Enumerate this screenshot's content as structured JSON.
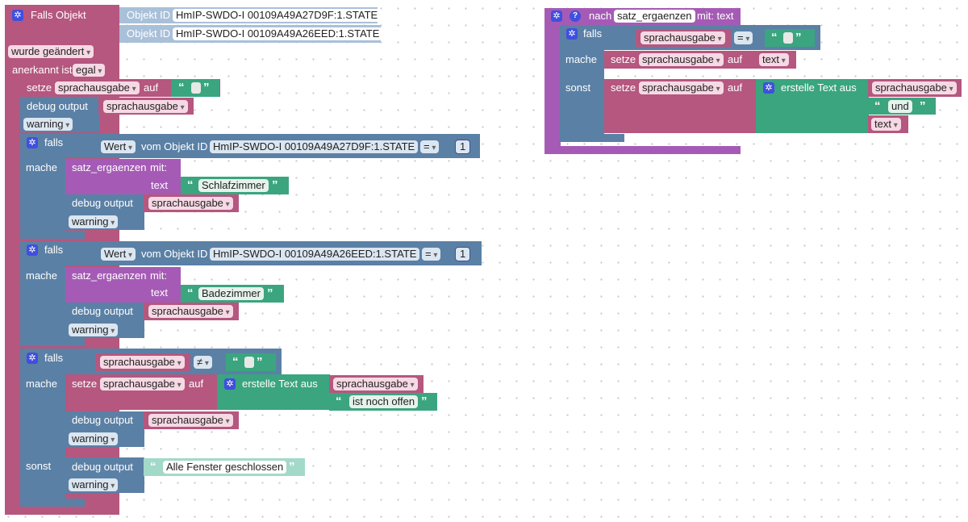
{
  "trigger": {
    "title": "Falls Objekt",
    "objekt_id_label": "Objekt ID",
    "object_id_1": "HmIP-SWDO-I 00109A49A27D9F:1.STATE",
    "object_id_2": "HmIP-SWDO-I 00109A49A26EED:1.STATE",
    "condition": "wurde geändert",
    "ack_label": "anerkannt ist",
    "ack_value": "egal"
  },
  "common": {
    "setze": "setze",
    "auf": "auf",
    "debug_output": "debug output",
    "warning": "warning",
    "falls": "falls",
    "mache": "mache",
    "sonst": "sonst",
    "var_sprachausgabe": "sprachausgabe",
    "wert": "Wert",
    "vom_objekt_id": "vom Objekt ID",
    "op_eq": "=",
    "op_neq": "≠",
    "number_1": "1",
    "call_fn": "satz_ergaenzen",
    "mit": "mit:",
    "param_text": "text",
    "erstelle_text_aus": "erstelle Text aus"
  },
  "strings": {
    "schlafzimmer": "Schlafzimmer",
    "badezimmer": "Badezimmer",
    "ist_noch_offen": "ist noch offen",
    "alle_fenster": "Alle Fenster geschlossen",
    "und": "und"
  },
  "procedure": {
    "nach": "nach",
    "name": "satz_ergaenzen",
    "params": "mit: text"
  },
  "colors": {
    "event": "#b5577f",
    "logic": "#5b80a5",
    "procedure": "#a55bb5",
    "text": "#3aa57f"
  }
}
